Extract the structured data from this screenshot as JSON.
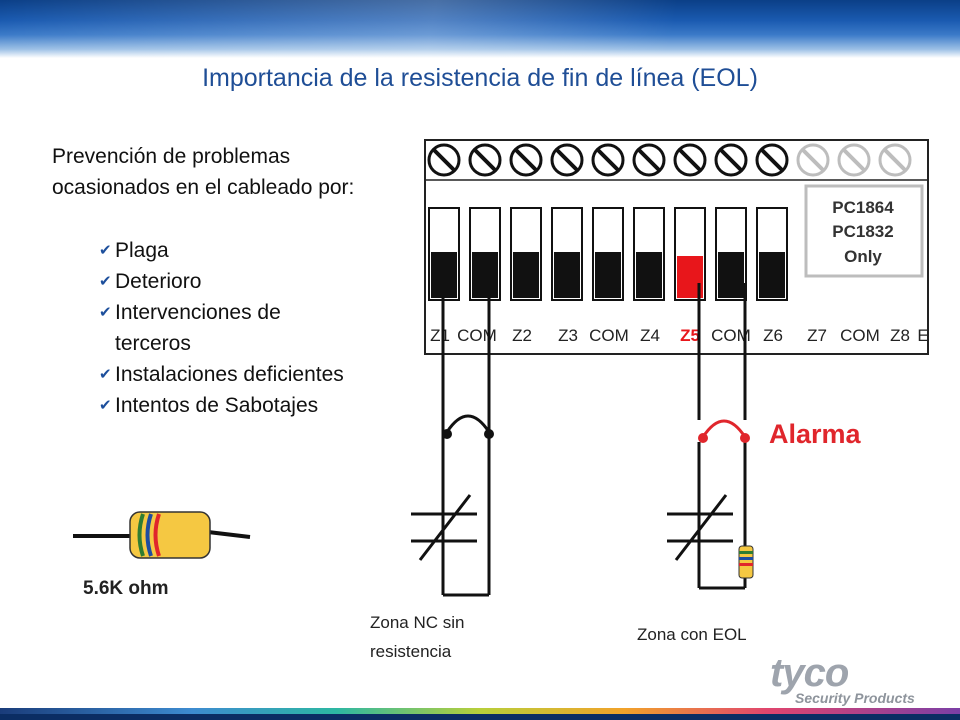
{
  "slide": {
    "title": "Importancia de la resistencia de fin de línea (EOL)",
    "intro": "Prevención de problemas ocasionados en el cableado por:",
    "bullets": [
      "Plaga",
      "Deterioro",
      "Intervenciones de terceros",
      "Instalaciones deficientes",
      "Intentos de Sabotajes"
    ]
  },
  "terminal_board": {
    "model_label_1": "PC1864",
    "model_label_2": "PC1832",
    "model_label_3": "Only",
    "terminals": [
      "Z1",
      "COM",
      "Z2",
      "Z3",
      "COM",
      "Z4",
      "Z5",
      "COM",
      "Z6",
      "Z7",
      "COM",
      "Z8",
      "E"
    ],
    "highlight_terminal": "Z5",
    "highlight_color": "#e8161b"
  },
  "diagram": {
    "alarm_label": "Alarma",
    "zone_nc_label_line1": "Zona NC sin",
    "zone_nc_label_line2": "resistencia",
    "zone_eol_label": "Zona con EOL",
    "resistor_value": "5.6K ohm"
  },
  "branding": {
    "logo": "tyco",
    "logo_subtitle": "Security Products"
  },
  "colors": {
    "title": "#1f4e96",
    "header": "#1a5ab0",
    "alarm": "#e0262c",
    "resistor_body": "#f5c842"
  }
}
